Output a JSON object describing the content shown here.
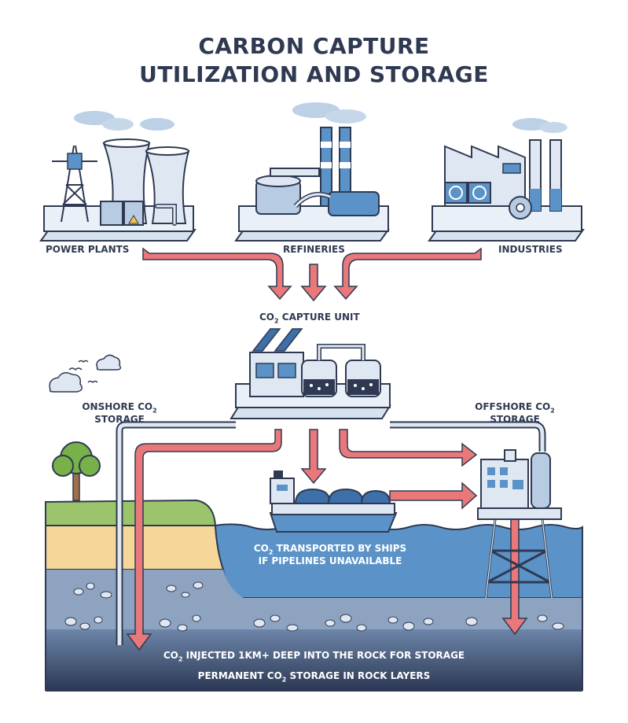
{
  "title": {
    "line1": "CARBON CAPTURE",
    "line2": "UTILIZATION AND STORAGE"
  },
  "sources": [
    {
      "label": "POWER PLANTS"
    },
    {
      "label": "REFINERIES"
    },
    {
      "label": "INDUSTRIES"
    }
  ],
  "capture_unit": {
    "label_prefix": "CO",
    "label_sub": "2",
    "label_suffix": " CAPTURE UNIT"
  },
  "onshore": {
    "line1_prefix": "ONSHORE CO",
    "line1_sub": "2",
    "line2": "STORAGE"
  },
  "offshore": {
    "line1_prefix": "OFFSHORE CO",
    "line1_sub": "2",
    "line2": "STORAGE"
  },
  "ships": {
    "line1_prefix": "CO",
    "line1_sub": "2",
    "line1_suffix": " TRANSPORTED BY SHIPS",
    "line2": "IF PIPELINES UNAVAILABLE"
  },
  "injection": {
    "prefix": "CO",
    "sub": "2",
    "suffix": " INJECTED 1KM+ DEEP INTO THE ROCK FOR STORAGE"
  },
  "permanent": {
    "prefix": "PERMANENT CO",
    "sub": "2",
    "suffix": " STORAGE IN ROCK LAYERS"
  },
  "colors": {
    "navy": "#2f3a52",
    "arrow": "#e8787a",
    "water": "#5b93c9",
    "ground_dark": "#3c4a66",
    "grass": "#9cc56b",
    "sand": "#f5d79a"
  },
  "icons": [
    "power-plant-icon",
    "refinery-icon",
    "industry-icon",
    "capture-unit-icon",
    "ship-icon",
    "offshore-platform-icon",
    "tree-icon",
    "cloud-icon",
    "bird-icon"
  ]
}
